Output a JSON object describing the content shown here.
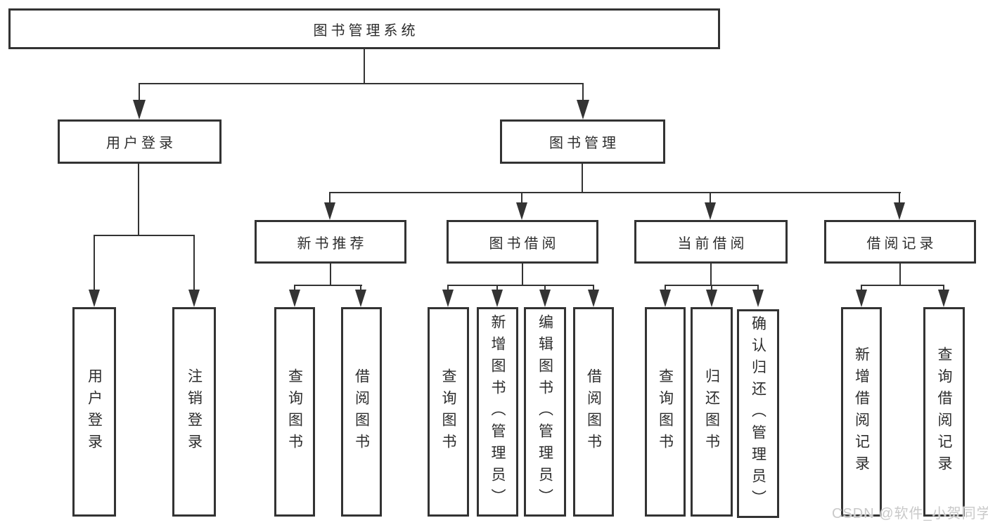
{
  "tree": {
    "root": {
      "label": "图书管理系统",
      "children": [
        {
          "label": "用户登录",
          "children": [
            {
              "label": "用户登录"
            },
            {
              "label": "注销登录"
            }
          ]
        },
        {
          "label": "图书管理",
          "children": [
            {
              "label": "新书推荐",
              "children": [
                {
                  "label": "查询图书"
                },
                {
                  "label": "借阅图书"
                }
              ]
            },
            {
              "label": "图书借阅",
              "children": [
                {
                  "label": "查询图书"
                },
                {
                  "label": "新增图书（管理员）"
                },
                {
                  "label": "编辑图书（管理员）"
                },
                {
                  "label": "借阅图书"
                }
              ]
            },
            {
              "label": "当前借阅",
              "children": [
                {
                  "label": "查询图书"
                },
                {
                  "label": "归还图书"
                },
                {
                  "label": "确认归还（管理员）"
                }
              ]
            },
            {
              "label": "借阅记录",
              "children": [
                {
                  "label": "新增借阅记录"
                },
                {
                  "label": "查询借阅记录"
                }
              ]
            }
          ]
        }
      ]
    }
  },
  "watermark": "CSDN @软件_小贺同学",
  "colors": {
    "line": "#333333",
    "text": "#2d2d2d",
    "box_background": "#ffffff",
    "page_background": "#ffffff",
    "watermark": "#c9c9c9"
  }
}
